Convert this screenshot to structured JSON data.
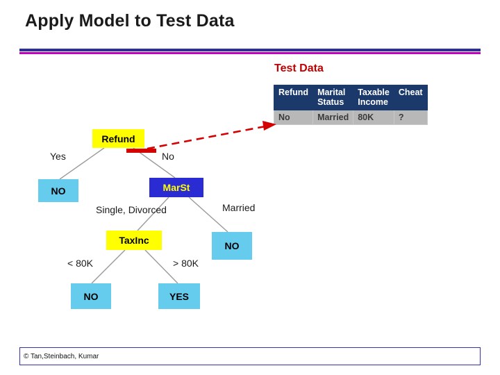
{
  "slide": {
    "title": "Apply Model to Test Data",
    "footer": "© Tan,Steinbach, Kumar"
  },
  "test_data": {
    "heading": "Test Data",
    "columns": [
      "Refund",
      "Marital Status",
      "Taxable Income",
      "Cheat"
    ],
    "columns_wrapped": [
      {
        "line1": "Refund",
        "line2": ""
      },
      {
        "line1": "Marital",
        "line2": "Status"
      },
      {
        "line1": "Taxable",
        "line2": "Income"
      },
      {
        "line1": "Cheat",
        "line2": ""
      }
    ],
    "rows": [
      [
        "No",
        "Married",
        "80K",
        "?"
      ]
    ]
  },
  "tree": {
    "nodes": {
      "refund": "Refund",
      "no_left": "NO",
      "marst": "MarSt",
      "taxinc": "TaxInc",
      "no_right": "NO",
      "no_bottom": "NO",
      "yes_bottom": "YES"
    },
    "edge_labels": {
      "yes": "Yes",
      "no": "No",
      "single_divorced": "Single, Divorced",
      "married": "Married",
      "lt_80k": "< 80K",
      "gt_80k": "> 80K"
    }
  },
  "colors": {
    "node_yellow": "#ffff00",
    "node_blue": "#2b2bd4",
    "node_blue_text": "#ffff00",
    "node_cyan": "#66ccee",
    "table_header": "#1b3a6b",
    "table_cell": "#b8b8b8",
    "accent_red": "#c00000",
    "rule_blue": "#2f2f8f",
    "rule_magenta": "#c000c0"
  }
}
